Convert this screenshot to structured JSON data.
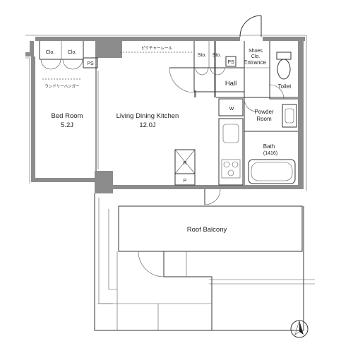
{
  "plan": {
    "rooms": {
      "bed_room": {
        "name": "Bed Room",
        "area": "5.2J"
      },
      "ldk": {
        "name": "Living Dining Kitchen",
        "area": "12.0J"
      },
      "hall": {
        "name": "Hall"
      },
      "entrance": {
        "name": "Entrance"
      },
      "toilet": {
        "name": "Toilet"
      },
      "powder_room": {
        "line1": "Powder",
        "line2": "Room"
      },
      "bath": {
        "name": "Bath",
        "size": "(1416)"
      },
      "roof_balcony": {
        "name": "Roof Balcony"
      }
    },
    "storage": {
      "clo": "Clo.",
      "sto": "Sto.",
      "ps": "PS",
      "shoes_clo_line1": "Shoes",
      "shoes_clo_line2": "Clo.",
      "laundry_hanger": "ランドリーハンガー",
      "picture_rail": "ピクチャーレール"
    },
    "fixtures": {
      "washer": "W",
      "refrigerator": "R",
      "pantry": "P"
    }
  }
}
